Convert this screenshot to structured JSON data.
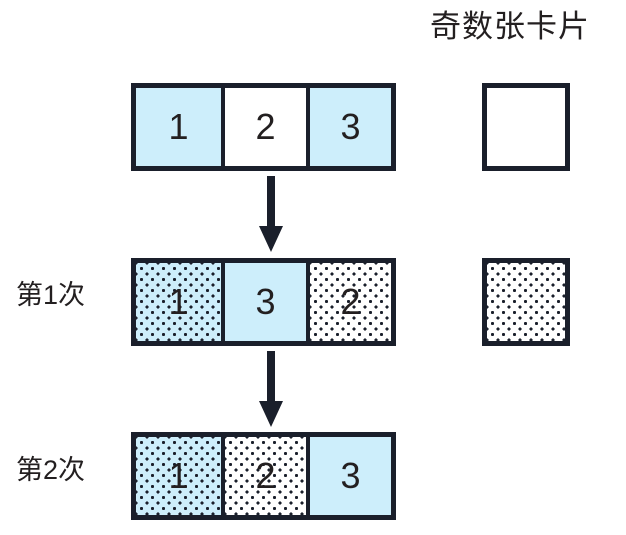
{
  "header": {
    "title": "奇数张卡片"
  },
  "colors": {
    "card_blue": "#cdeefb",
    "card_white": "#ffffff",
    "border": "#1a1f2b",
    "text": "#231f20"
  },
  "rows": [
    {
      "label": "",
      "cells": [
        {
          "value": "1",
          "fill": "blue",
          "dotted": false
        },
        {
          "value": "2",
          "fill": "white",
          "dotted": false
        },
        {
          "value": "3",
          "fill": "blue",
          "dotted": false
        }
      ],
      "side_card": {
        "value": "",
        "fill": "blue",
        "dotted": false
      }
    },
    {
      "label": "第1次",
      "cells": [
        {
          "value": "1",
          "fill": "blue",
          "dotted": true
        },
        {
          "value": "3",
          "fill": "blue",
          "dotted": false
        },
        {
          "value": "2",
          "fill": "white",
          "dotted": true
        }
      ],
      "side_card": {
        "value": "",
        "fill": "white",
        "dotted": true
      }
    },
    {
      "label": "第2次",
      "cells": [
        {
          "value": "1",
          "fill": "blue",
          "dotted": true
        },
        {
          "value": "2",
          "fill": "white",
          "dotted": true
        },
        {
          "value": "3",
          "fill": "blue",
          "dotted": false
        }
      ],
      "side_card": null
    }
  ],
  "arrows": [
    {
      "direction": "down"
    },
    {
      "direction": "down"
    }
  ]
}
